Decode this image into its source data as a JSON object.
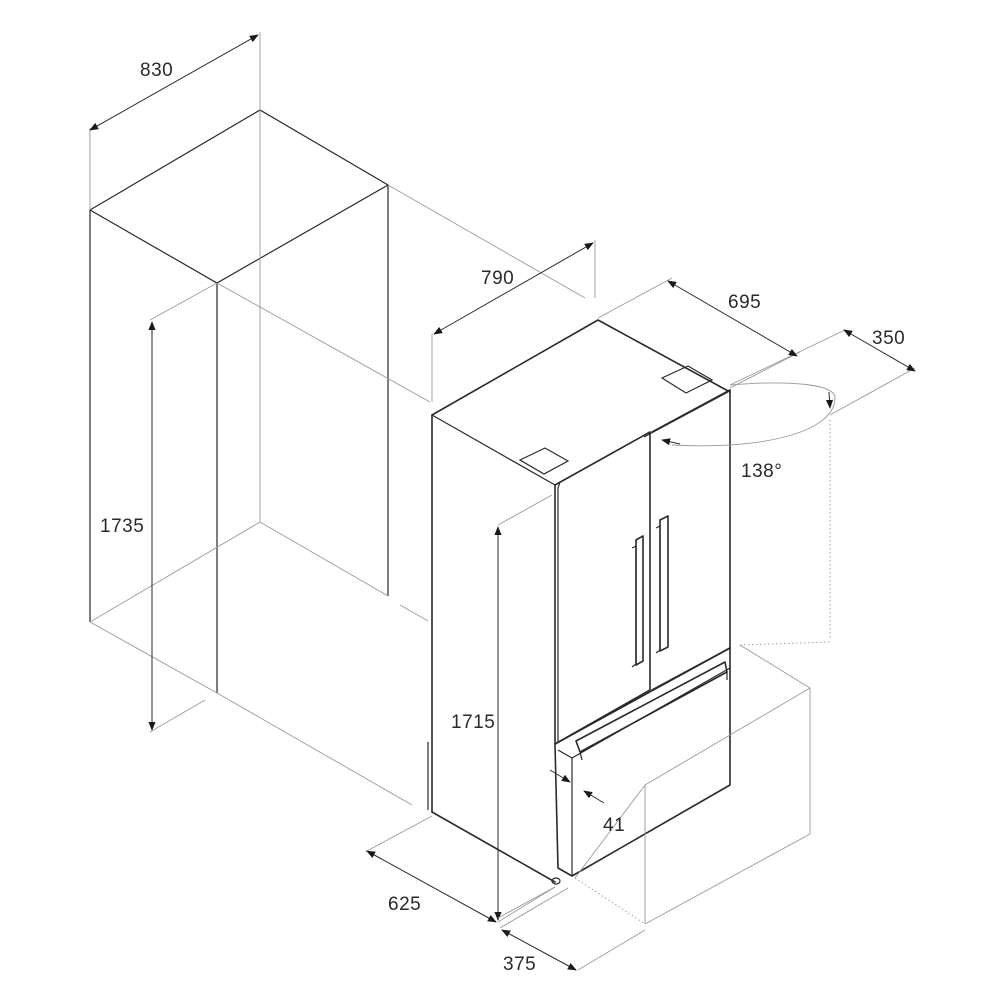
{
  "dimensions": {
    "niche_width": "830",
    "niche_height": "1735",
    "niche_depth": "790",
    "appliance_width": "695",
    "door_swing_depth": "350",
    "door_angle": "138°",
    "appliance_height": "1715",
    "door_offset": "41",
    "appliance_depth": "625",
    "door_clearance": "375"
  }
}
